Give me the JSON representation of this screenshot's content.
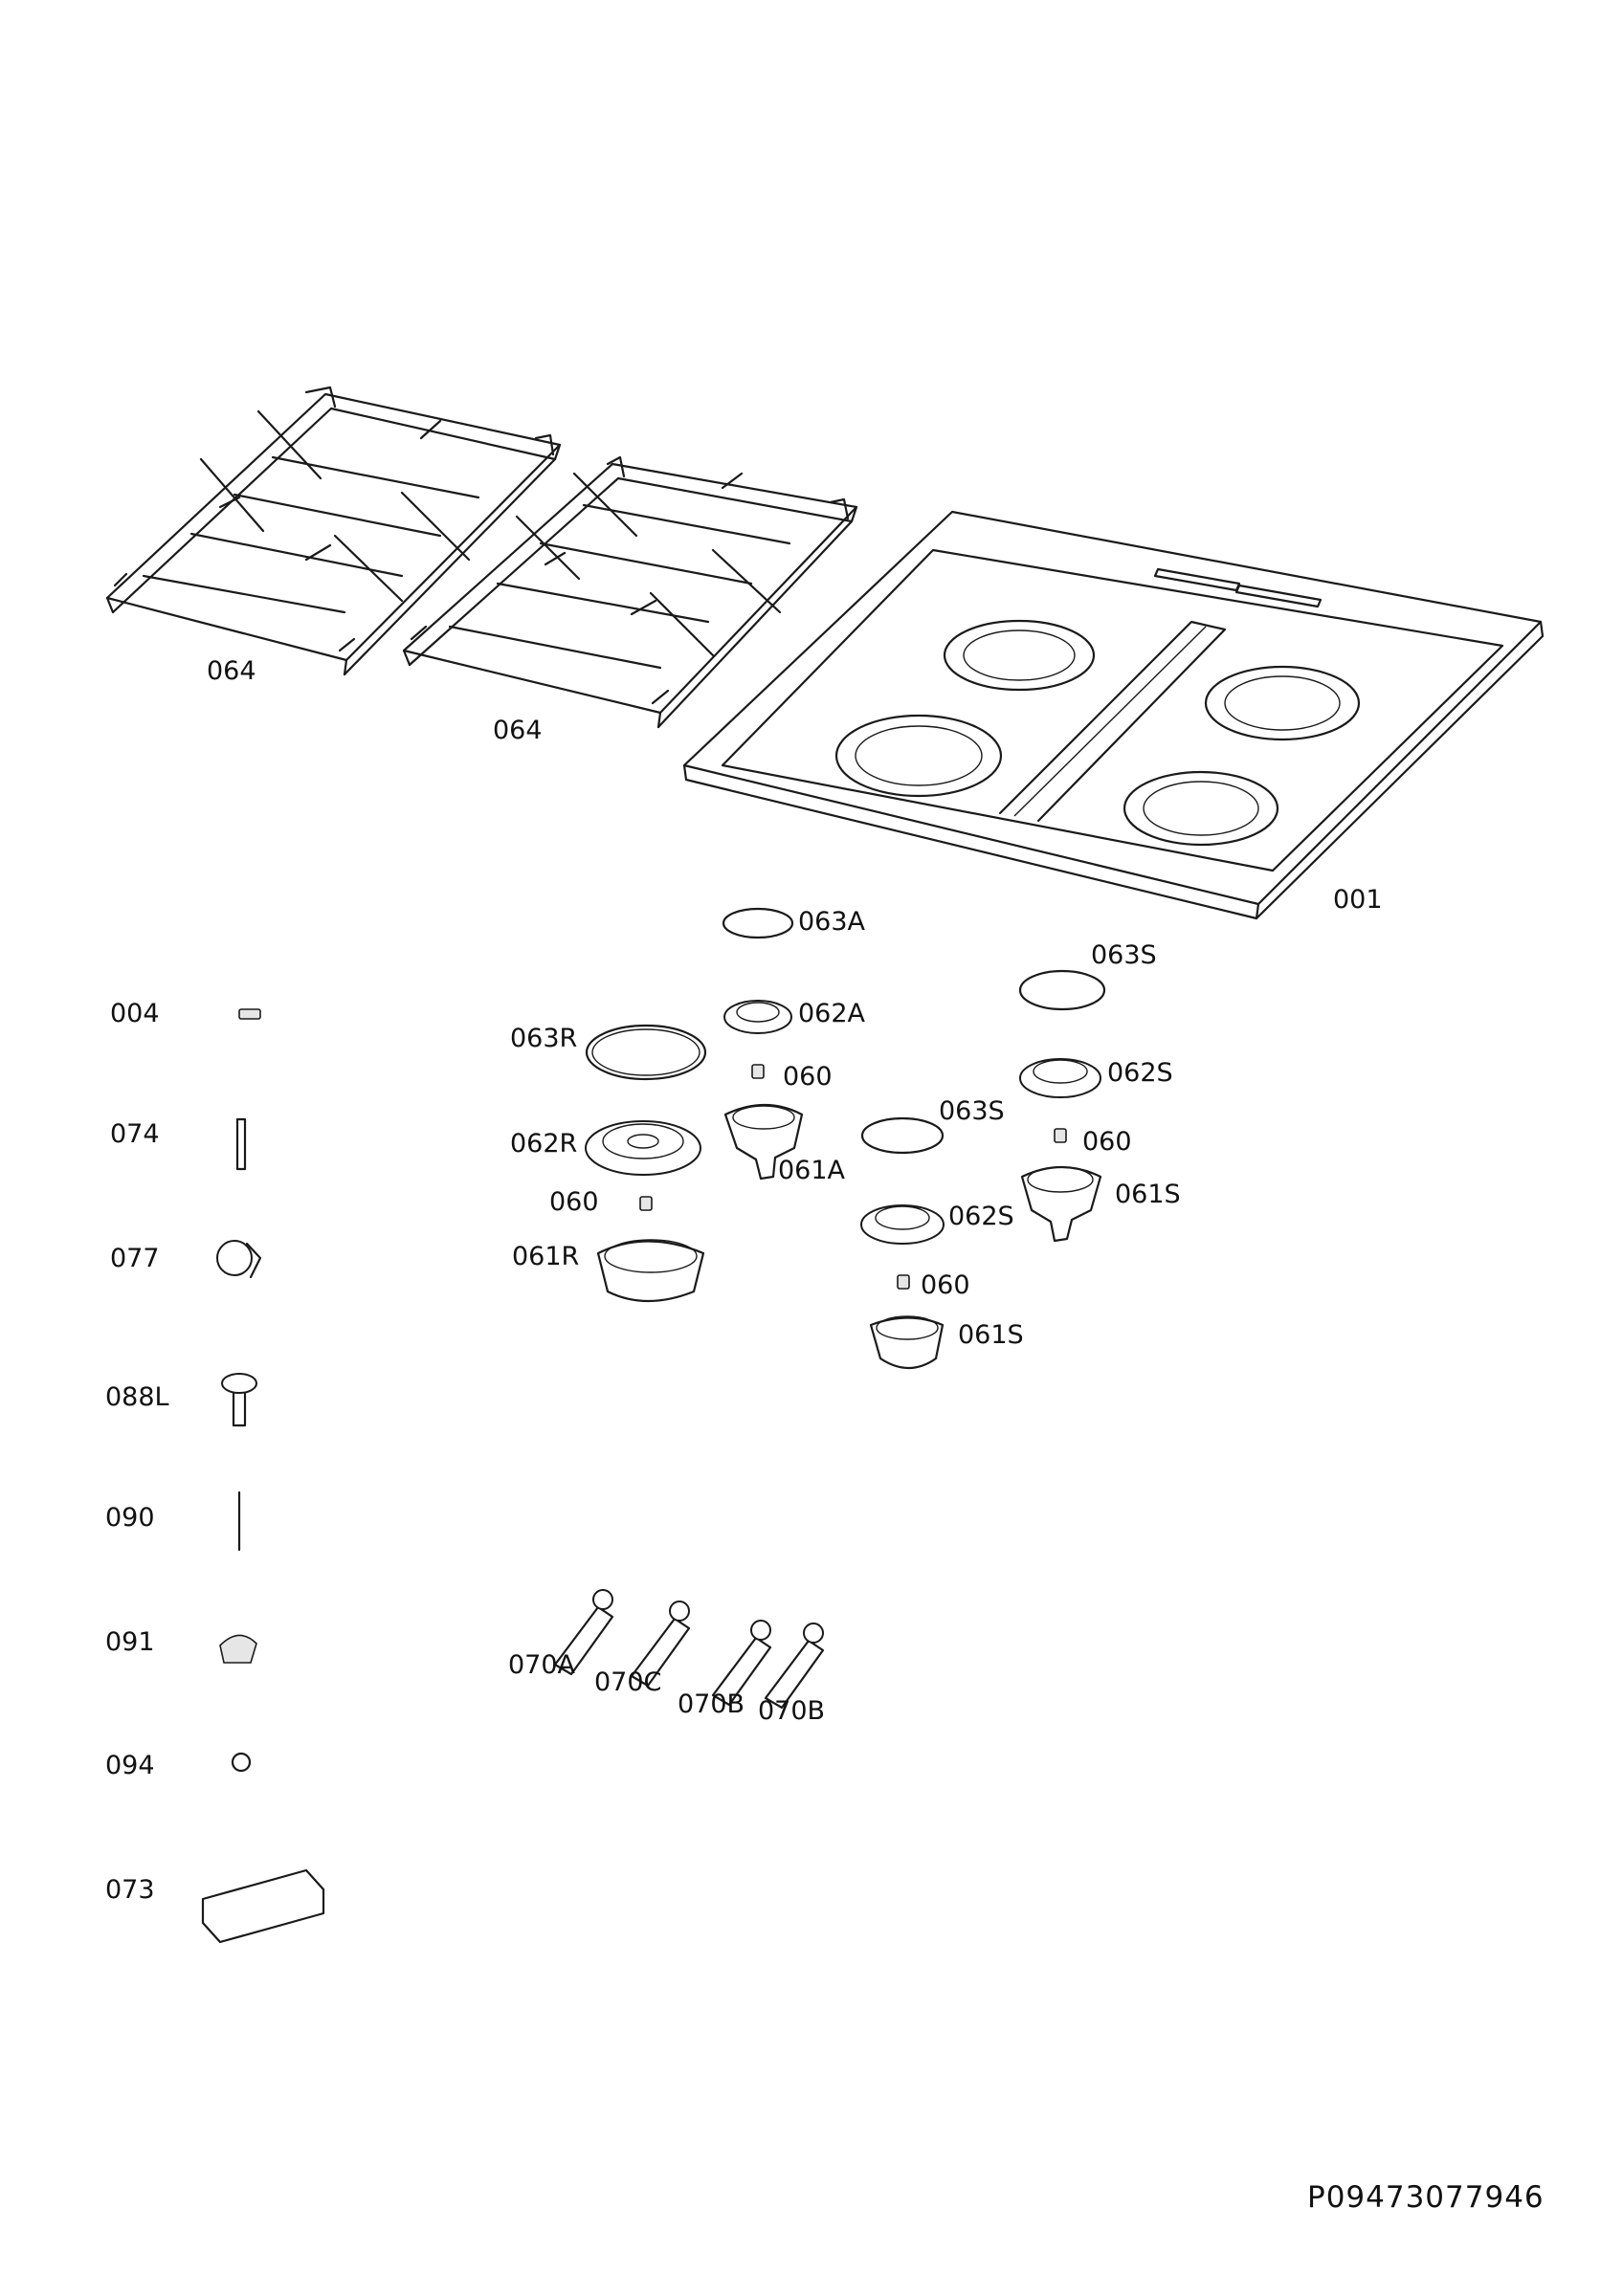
{
  "document": {
    "id": "P09473077946"
  },
  "parts": {
    "grid_left": "064",
    "grid_right": "064",
    "hob_top": "001",
    "cap_aux": "063A",
    "cap_semi_top": "063S",
    "cap_rapid": "063R",
    "cap_semi_mid": "063S",
    "crown_aux": "062A",
    "crown_semi_top": "062S",
    "crown_rapid": "062R",
    "crown_semi_mid": "062S",
    "injector_aux": "060",
    "injector_semi_top": "060",
    "injector_rapid": "060",
    "injector_semi_mid": "060",
    "base_aux": "061A",
    "base_semi_top": "061S",
    "base_rapid": "061R",
    "base_semi_mid": "061S",
    "tap_1": "070A",
    "tap_2": "070C",
    "tap_3": "070B",
    "tap_4": "070B"
  },
  "side_parts": {
    "p004": "004",
    "p074": "074",
    "p077": "077",
    "p088L": "088L",
    "p090": "090",
    "p091": "091",
    "p094": "094",
    "p073": "073"
  }
}
